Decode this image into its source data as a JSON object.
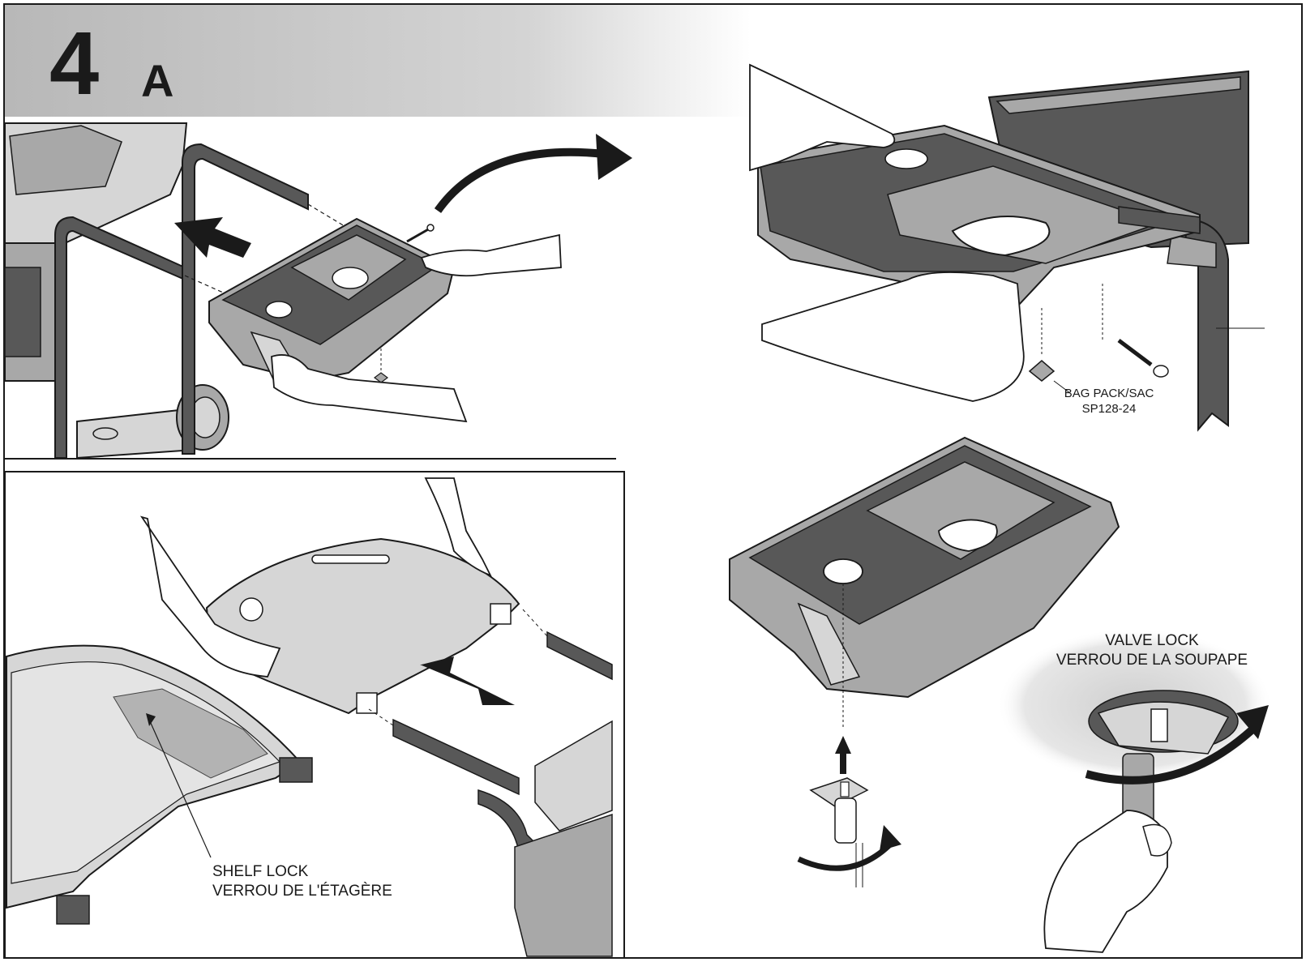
{
  "step": {
    "number": "4",
    "letter": "A"
  },
  "labels": {
    "bag_pack": {
      "line1": "BAG PACK/SAC",
      "line2": "SP128-24"
    },
    "valve_lock": {
      "line1": "VALVE LOCK",
      "line2": "VERROU DE LA SOUPAPE"
    },
    "shelf_lock": {
      "line1": "SHELF LOCK",
      "line2": "VERROU DE L'ÉTAGÈRE"
    }
  },
  "colors": {
    "dark_grey": "#585858",
    "mid_grey": "#a8a8a8",
    "light_grey": "#d6d6d6",
    "outline": "#1a1a1a",
    "arrow": "#1a1a1a"
  }
}
